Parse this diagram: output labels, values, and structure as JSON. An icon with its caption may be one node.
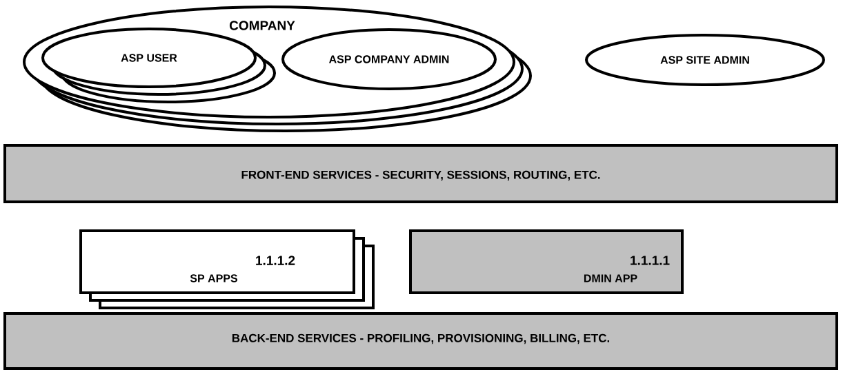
{
  "diagram": {
    "nodes": [
      {
        "text": [
          "COMPANY"
        ]
      },
      {
        "text": [
          "ASP USER"
        ],
        "in": 0
      },
      {
        "text": [
          "ASP COMPANY ADMIN"
        ],
        "in": 0
      },
      {
        "text": [
          "ASP SITE ADMIN"
        ]
      },
      {
        "text": [
          "FRONT-END SERVICES - SECURITY, SESSIONS, ROUTING, ETC."
        ]
      },
      {
        "text": [
          "1.1.1.2",
          "SP APPS"
        ]
      },
      {
        "text": [
          "1.1.1.1",
          "DMIN APP"
        ]
      },
      {
        "text": [
          "BACK-END SERVICES - PROFILING, PROVISIONING, BILLING, ETC."
        ]
      }
    ]
  }
}
